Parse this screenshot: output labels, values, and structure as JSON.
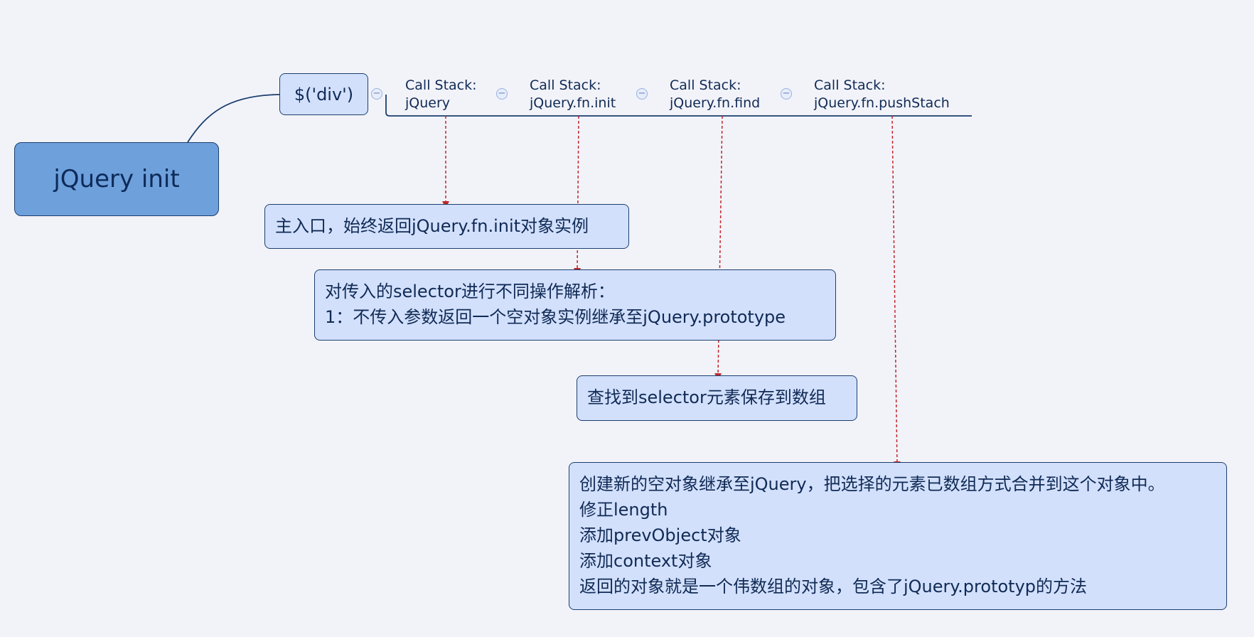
{
  "root": {
    "label": "jQuery init"
  },
  "call": {
    "label": "$('div')"
  },
  "stack": [
    {
      "line1": "Call Stack:",
      "line2": "jQuery"
    },
    {
      "line1": "Call Stack:",
      "line2": "jQuery.fn.init"
    },
    {
      "line1": "Call Stack:",
      "line2": "jQuery.fn.find"
    },
    {
      "line1": "Call Stack:",
      "line2": "jQuery.fn.pushStach"
    }
  ],
  "notes": [
    {
      "lines": [
        "主入口，始终返回jQuery.fn.init对象实例"
      ]
    },
    {
      "lines": [
        "对传入的selector进行不同操作解析：",
        "1：不传入参数返回一个空对象实例继承至jQuery.prototype"
      ]
    },
    {
      "lines": [
        "查找到selector元素保存到数组"
      ]
    },
    {
      "lines": [
        "创建新的空对象继承至jQuery，把选择的元素已数组方式合并到这个对象中。",
        "修正length",
        "添加prevObject对象",
        "添加context对象",
        "返回的对象就是一个伟数组的对象，包含了jQuery.prototyp的方法"
      ]
    }
  ],
  "colors": {
    "background": "#f2f3f9",
    "root_fill": "#6ea0dc",
    "node_fill": "#d2e0fc",
    "border": "#1c3f6e",
    "arrow": "#c0262b"
  },
  "icons": [
    "collapse-icon"
  ]
}
